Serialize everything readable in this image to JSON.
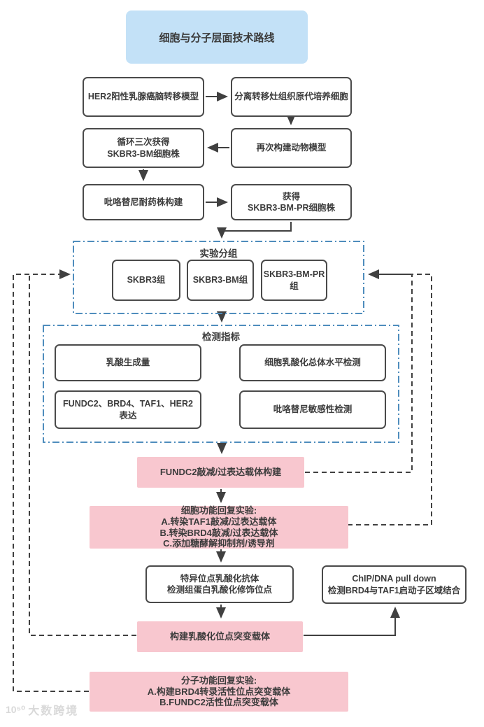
{
  "title": "细胞与分子层面技术路线",
  "containers": {
    "grouping": "实验分组",
    "indicators": "检测指标"
  },
  "nodes": {
    "her2_model": "HER2阳性乳腺癌脑转移模型",
    "primary_culture": "分离转移灶组织原代培养细胞",
    "cycle_skbr3_bm": "循环三次获得\nSKBR3-BM细胞株",
    "rebuild_animal": "再次构建动物模型",
    "pyrotinib_resistant": "吡咯替尼耐药株构建",
    "obtain_pr": "获得\nSKBR3-BM-PR细胞株",
    "group_skbr3": "SKBR3组",
    "group_skbr3_bm": "SKBR3-BM组",
    "group_skbr3_bm_pr": "SKBR3-BM-PR组",
    "lactate_production": "乳酸生成量",
    "lactylation_level": "细胞乳酸化总体水平检测",
    "expression": "FUNDC2、BRD4、TAF1、HER2\n表达",
    "pyrotinib_sensitivity": "吡咯替尼敏感性检测",
    "fundc2_vector": "FUNDC2敲减/过表达载体构建",
    "cell_function_rescue": "细胞功能回复实验:\nA.转染TAF1敲减/过表达载体\nB.转染BRD4敲减/过表达载体\nC.添加糖酵解抑制剂/诱导剂",
    "site_specific_antibody": "特异位点乳酸化抗体\n检测组蛋白乳酸化修饰位点",
    "chip_pulldown": "ChIP/DNA pull down\n检测BRD4与TAF1启动子区域结合",
    "mutant_vector": "构建乳酸化位点突变载体",
    "molecular_function_rescue": "分子功能回复实验:\nA.构建BRD4转录活性位点突变载体\nB.FUNDC2活性位点突变载体"
  },
  "watermark": {
    "logo": "10⁵⁰",
    "text": "大数跨境"
  },
  "colors": {
    "title_fill": "#c3e1f7",
    "pink_fill": "#f8c7cf",
    "box_border": "#4a4a4a",
    "dashed_container": "#4f8dbd",
    "connector": "#404040",
    "text": "#3c3c3c"
  }
}
